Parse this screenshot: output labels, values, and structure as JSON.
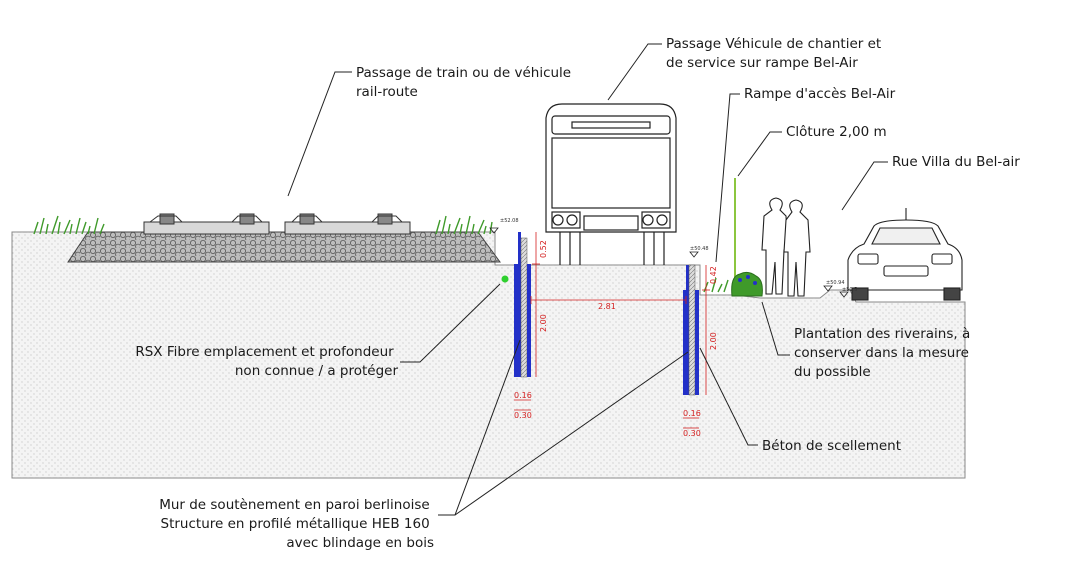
{
  "labels": {
    "train": [
      "Passage de train ou de véhicule",
      "rail-route"
    ],
    "vehicule": [
      "Passage Véhicule de chantier et",
      "de service sur rampe Bel-Air"
    ],
    "rampe": "Rampe d'accès Bel-Air",
    "cloture": "Clôture 2,00 m",
    "rue": "Rue Villa du Bel-air",
    "rsx": [
      "RSX Fibre emplacement et profondeur",
      "non connue / a protéger"
    ],
    "plantation": [
      "Plantation des riverains, à",
      "conserver dans la mesure",
      "du possible"
    ],
    "beton": "Béton de scellement",
    "mur": [
      "Mur de soutènement en paroi berlinoise",
      "Structure en profilé métallique HEB 160",
      "avec blindage en bois"
    ]
  },
  "dimensions": {
    "left_top": "0.52",
    "left_depth": "2.00",
    "between": "2.81",
    "right_top": "0.42",
    "right_depth": "2.00",
    "left_w1": "0.16",
    "left_w2": "0.30",
    "right_w1": "0.16",
    "right_w2": "0.30"
  },
  "levels": {
    "top": "±52.08",
    "mid": "±50.48",
    "road1": "±50.94",
    "road2": "±50.5"
  },
  "colors": {
    "ground_fill": "#f4f4f4",
    "piles": "#2230c8",
    "dimension": "#d42020",
    "fence": "#8cc63f",
    "grass": "#3f9a2a",
    "fibre": "#2fd02f"
  }
}
